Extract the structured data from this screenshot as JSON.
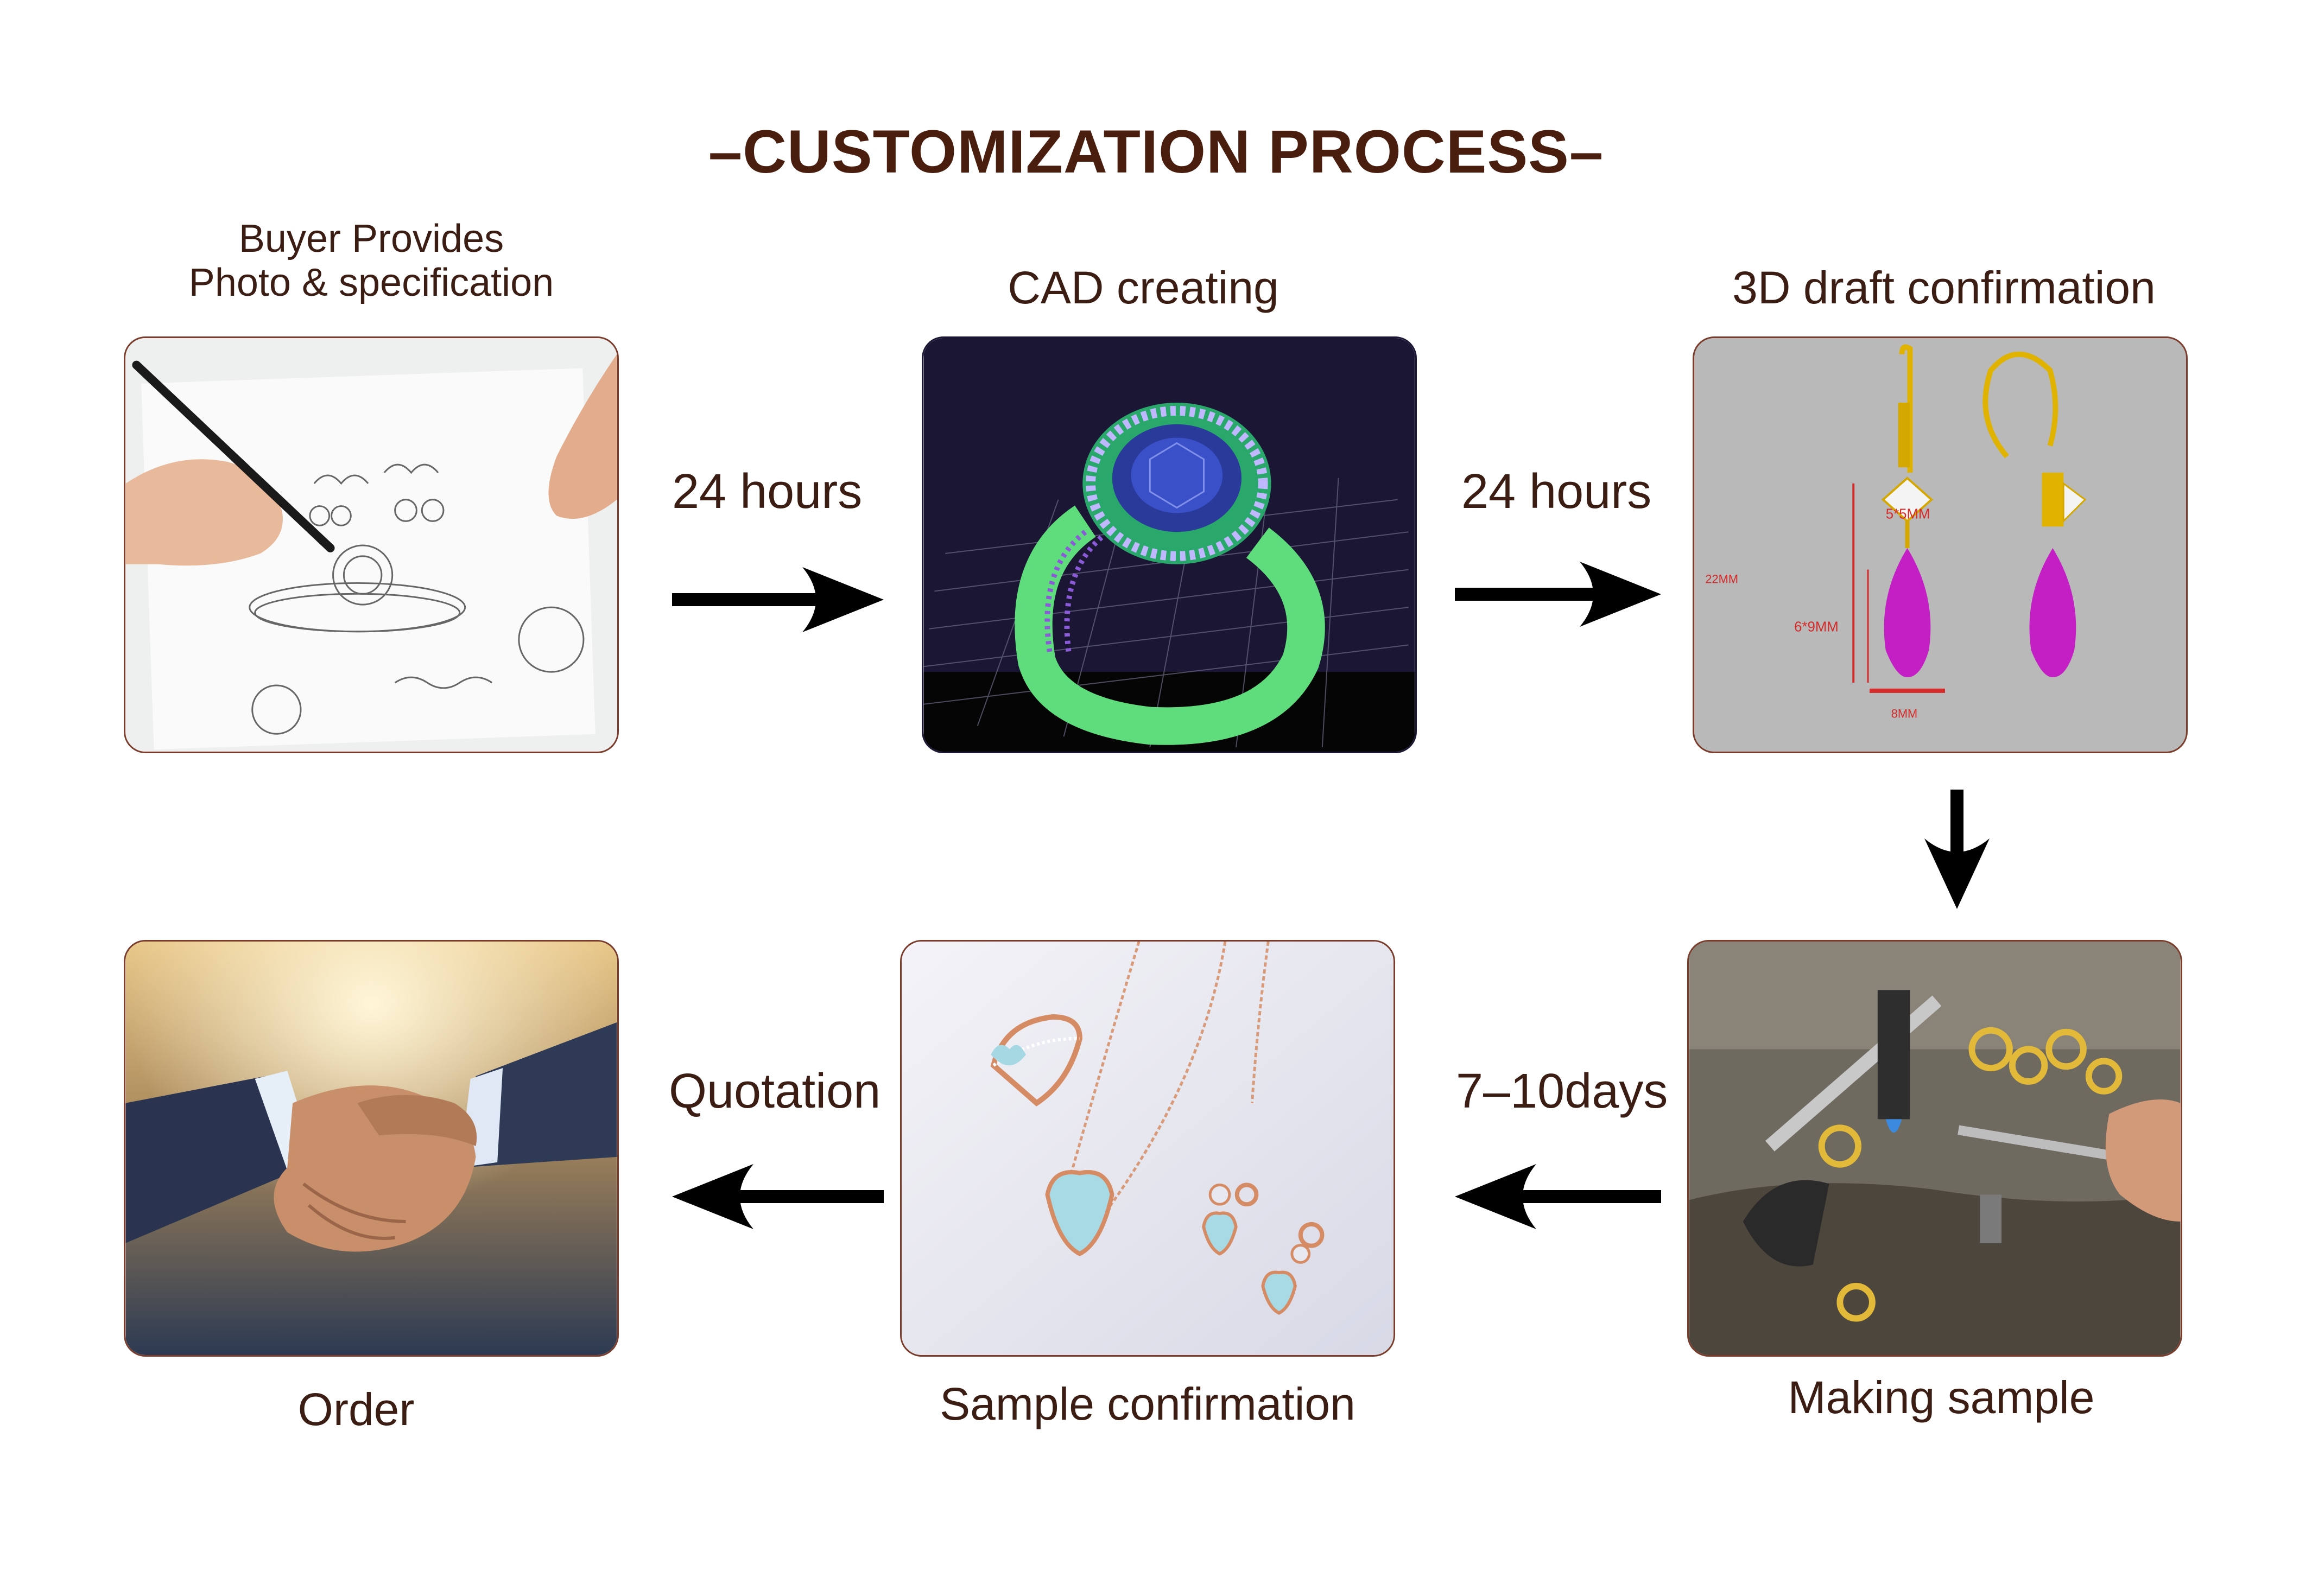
{
  "title": "–CUSTOMIZATION PROCESS–",
  "steps": [
    {
      "label_line1": "Buyer Provides",
      "label_line2": "Photo & specification"
    },
    {
      "label": "CAD creating"
    },
    {
      "label": "3D draft confirmation"
    },
    {
      "label": "Making sample"
    },
    {
      "label": "Sample confirmation"
    },
    {
      "label": "Order"
    }
  ],
  "transitions": [
    {
      "label": "24 hours"
    },
    {
      "label": "24 hours"
    },
    {
      "label": ""
    },
    {
      "label": "7–10days"
    },
    {
      "label": "Quotation"
    }
  ],
  "draft_annotations": {
    "stone_size": "5*5MM",
    "total_length": "22MM",
    "drop_size": "6*9MM",
    "width": "8MM"
  },
  "colors": {
    "title": "#4a1e0e",
    "text": "#3b1d14",
    "tile_border": "#7a3b2a",
    "arrow": "#000000",
    "annotation_red": "#d42a2a"
  }
}
